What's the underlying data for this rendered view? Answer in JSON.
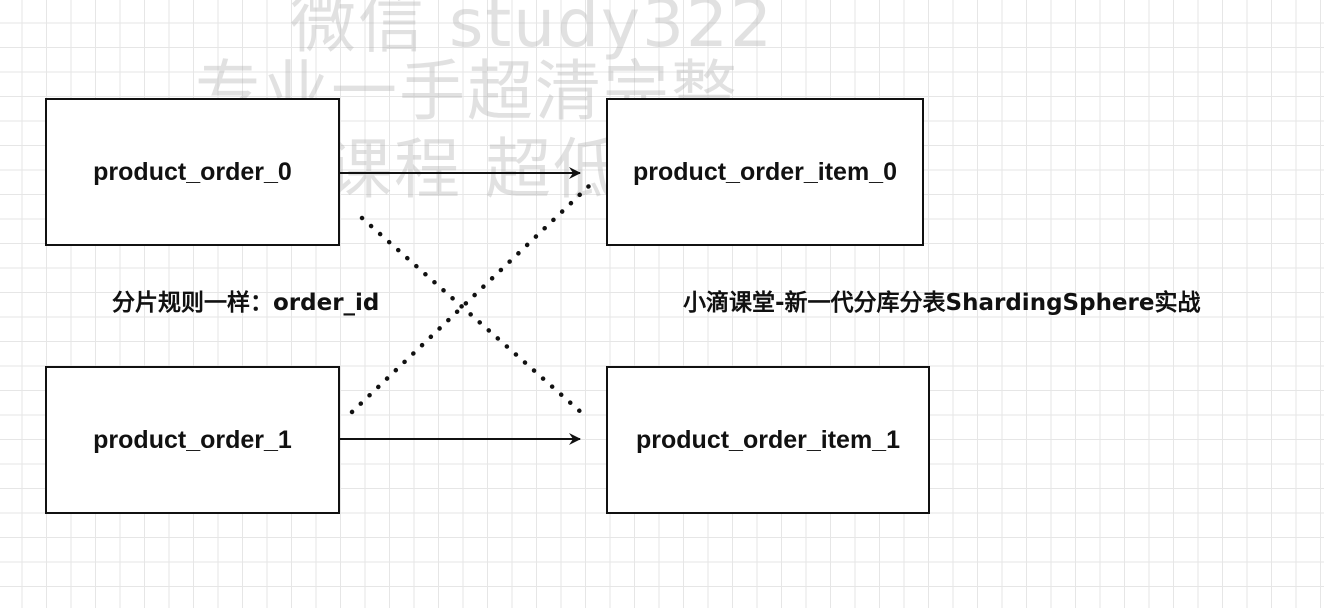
{
  "watermark": {
    "line1": "微信 study322",
    "line2": "专业一手超清完整",
    "line3": "全网课程 超低价格"
  },
  "tables": {
    "product_order_0": "product_order_0",
    "product_order_1": "product_order_1",
    "product_order_item_0": "product_order_item_0",
    "product_order_item_1": "product_order_item_1"
  },
  "labels": {
    "rule": "分片规则一样：order_id",
    "course": "小滴课堂-新一代分库分表ShardingSphere实战"
  },
  "edges": [
    {
      "from": "product_order_0",
      "to": "product_order_item_0",
      "style": "solid-arrow"
    },
    {
      "from": "product_order_1",
      "to": "product_order_item_1",
      "style": "solid-arrow"
    },
    {
      "from": "product_order_0",
      "to": "product_order_item_1",
      "style": "dotted"
    },
    {
      "from": "product_order_1",
      "to": "product_order_item_0",
      "style": "dotted"
    }
  ],
  "colors": {
    "stroke": "#111111",
    "grid": "#e6e6e6",
    "watermark": "#aaaaaa"
  }
}
